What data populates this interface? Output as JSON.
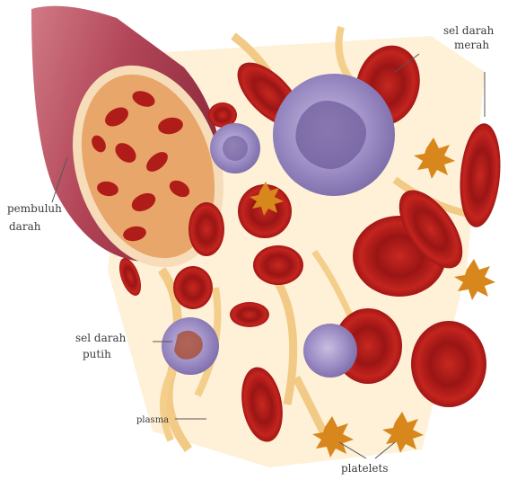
{
  "labels": {
    "red_cell": [
      "sel darah",
      "merah"
    ],
    "vessel": [
      "pembuluh",
      "darah"
    ],
    "white_cell": [
      "sel darah",
      "putih"
    ],
    "plasma": "plasma",
    "platelets": "platelets"
  },
  "colors": {
    "background": "#ffffff",
    "plasma_fibers": "#f3c97a",
    "red_cell": "#b51b1b",
    "red_cell_highlight": "#e04a40",
    "white_cell": "#8a78b6",
    "platelet": "#d88a1c",
    "vessel_wall": "#b8475a"
  },
  "icons": [
    "blood-vessel-illustration",
    "red-blood-cell",
    "white-blood-cell",
    "platelet"
  ]
}
